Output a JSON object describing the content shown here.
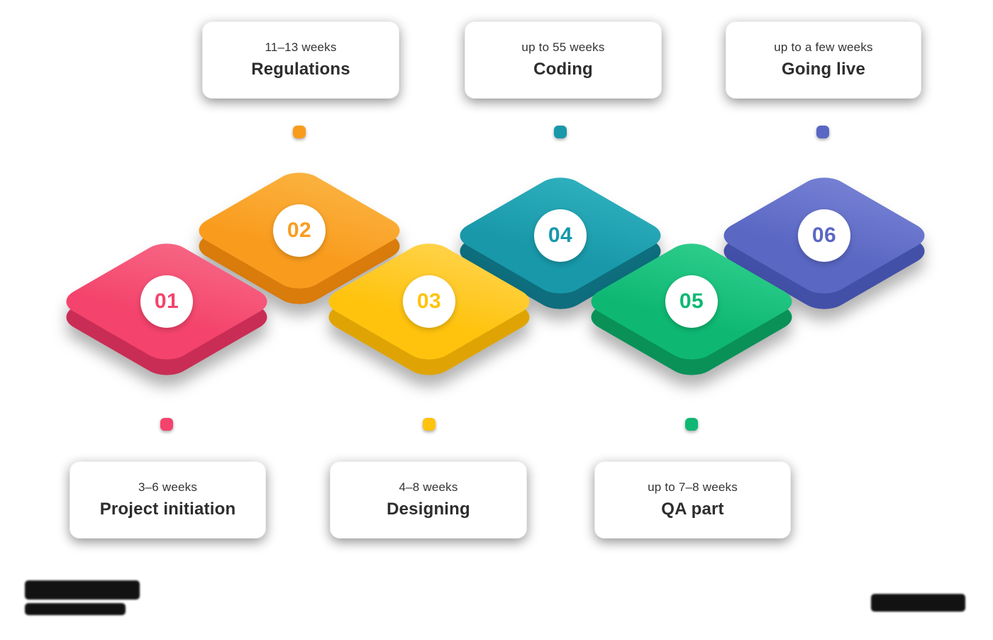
{
  "stages": [
    {
      "number": "01",
      "name": "Project initiation",
      "duration": "3–6 weeks",
      "color": "#F4436C"
    },
    {
      "number": "02",
      "name": "Regulations",
      "duration": "11–13 weeks",
      "color": "#F99C1E"
    },
    {
      "number": "03",
      "name": "Designing",
      "duration": "4–8 weeks",
      "color": "#FFC30D"
    },
    {
      "number": "04",
      "name": "Coding",
      "duration": "up to 55 weeks",
      "color": "#1898A9"
    },
    {
      "number": "05",
      "name": "QA part",
      "duration": "up to 7–8 weeks",
      "color": "#0EB873"
    },
    {
      "number": "06",
      "name": "Going live",
      "duration": "up to a few weeks",
      "color": "#5A67C3"
    }
  ]
}
